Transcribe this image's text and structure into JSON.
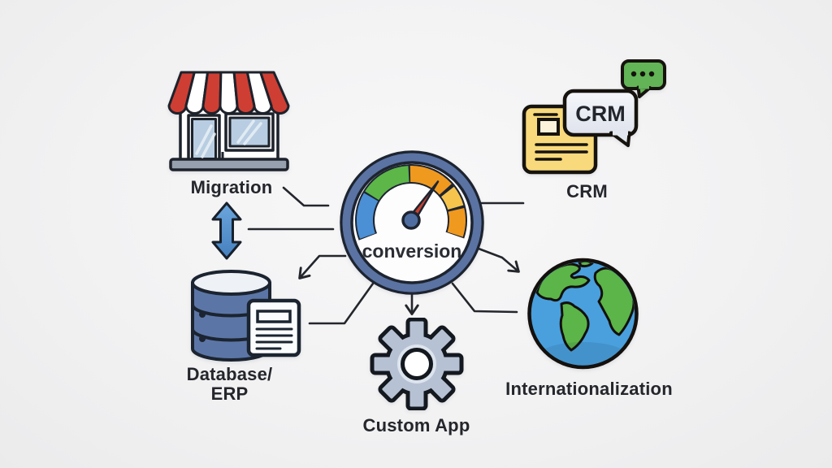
{
  "diagram": {
    "type": "hub-and-spoke conversion diagram",
    "background_color": "#f2f2f3"
  },
  "gauge": {
    "label": "conversion",
    "ring_color": "#5a73a3",
    "needle_color": "#c8402f",
    "arc_segment_colors": [
      "#4b8fd5",
      "#5cb648",
      "#f0991f",
      "#f6c44d",
      "#f0991f"
    ]
  },
  "nodes": {
    "migration": {
      "label": "Migration",
      "icon": "storefront-icon"
    },
    "crm": {
      "label": "CRM",
      "bubble_text": "CRM",
      "icons": [
        "contact-card-icon",
        "chat-bubble-icon",
        "ellipsis-chat-bubble-icon"
      ]
    },
    "database": {
      "label_line1": "Database/",
      "label_line2": "ERP",
      "icons": [
        "database-cylinder-icon",
        "document-icon"
      ]
    },
    "custom_app": {
      "label": "Custom App",
      "icon": "gear-icon"
    },
    "internationalization": {
      "label": "Internationalization",
      "icon": "globe-icon"
    }
  },
  "connectors": {
    "style": "thin dark elbow lines, some with open chevron arrowheads",
    "color": "#23262b",
    "extra": "blue double-headed vertical arrow between Migration and Database icons"
  },
  "colors": {
    "awning_red": "#cf3e33",
    "storefront_glass": "#b8cde1",
    "double_arrow_blue": "#5c9ad6",
    "database_blue": "#5b76a6",
    "card_yellow": "#f8da7c",
    "bubble_green": "#62b456",
    "gear_gray": "#b6c2d4",
    "globe_ocean": "#49a0dd",
    "globe_land": "#5bb548",
    "line_dark": "#23262b"
  }
}
